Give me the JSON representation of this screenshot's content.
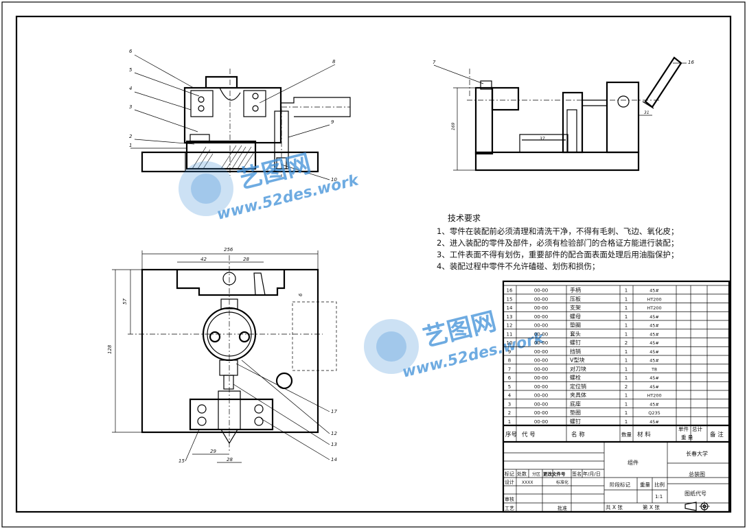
{
  "title_block": {
    "school": "长春大学",
    "drawing_name": "总装图",
    "drawing_no_label": "图纸代号",
    "material_group": "组件",
    "scale_label": "比例",
    "scale_value": "1:1",
    "weight_label": "重量",
    "stage_label": "阶段标记",
    "sheet_total": "共  X  张",
    "sheet_no": "第  X  张",
    "row_labels": [
      "标记",
      "处数",
      "分区",
      "更改文件号",
      "签名",
      "年/月/日"
    ],
    "design_label": "设计",
    "design_value": "XXXX",
    "standard_label": "标准化",
    "check_label": "审核",
    "process_label": "工艺",
    "approve_label": "批准"
  },
  "bom_header": {
    "no": "序号",
    "code": "代  号",
    "name": "名  称",
    "qty": "数量",
    "material": "材  料",
    "unit_weight": "单件",
    "total_weight": "总计",
    "weight": "重  量",
    "remark": "备  注"
  },
  "bom": [
    {
      "no": "16",
      "code": "00-00",
      "name": "手柄",
      "qty": "1",
      "material": "45#"
    },
    {
      "no": "15",
      "code": "00-00",
      "name": "压板",
      "qty": "1",
      "material": "HT200"
    },
    {
      "no": "14",
      "code": "00-00",
      "name": "支架",
      "qty": "1",
      "material": "HT200"
    },
    {
      "no": "13",
      "code": "00-00",
      "name": "螺母",
      "qty": "1",
      "material": "45#"
    },
    {
      "no": "12",
      "code": "00-00",
      "name": "垫圈",
      "qty": "1",
      "material": "45#"
    },
    {
      "no": "11",
      "code": "00-00",
      "name": "套头",
      "qty": "1",
      "material": "45#"
    },
    {
      "no": "10",
      "code": "00-00",
      "name": "螺钉",
      "qty": "2",
      "material": "45#"
    },
    {
      "no": "9",
      "code": "00-00",
      "name": "挡销",
      "qty": "1",
      "material": "45#"
    },
    {
      "no": "8",
      "code": "00-00",
      "name": "V型块",
      "qty": "1",
      "material": "45#"
    },
    {
      "no": "7",
      "code": "00-00",
      "name": "对刀块",
      "qty": "1",
      "material": "T8"
    },
    {
      "no": "6",
      "code": "00-00",
      "name": "螺栓",
      "qty": "1",
      "material": "45#"
    },
    {
      "no": "5",
      "code": "00-00",
      "name": "定位销",
      "qty": "2",
      "material": "45#"
    },
    {
      "no": "4",
      "code": "00-00",
      "name": "夹具体",
      "qty": "1",
      "material": "HT200"
    },
    {
      "no": "3",
      "code": "00-00",
      "name": "底座",
      "qty": "1",
      "material": "45#"
    },
    {
      "no": "2",
      "code": "00-00",
      "name": "垫圈",
      "qty": "1",
      "material": "Q235"
    },
    {
      "no": "1",
      "code": "00-00",
      "name": "螺钉",
      "qty": "1",
      "material": "45#"
    }
  ],
  "tech_requirements": {
    "title": "技术要求",
    "items": [
      "1、零件在装配前必须清理和清洗干净，不得有毛刺、飞边、氧化皮；",
      "2、进入装配的零件及部件，必须有检验部门的合格证方能进行装配；",
      "3、工件表面不得有划伤，重要部件的配合面表面处理后用油脂保护；",
      "4、装配过程中零件不允许磕碰、划伤和损伤；"
    ]
  },
  "dimensions": {
    "width_total": "256",
    "dim_42": "42",
    "dim_28_top": "28",
    "dim_57": "57",
    "dim_128": "128",
    "dim_6": "6",
    "dim_29": "29",
    "dim_28_bottom": "28",
    "dim_31": "31",
    "dim_169": "169",
    "dim_37": "37"
  },
  "callouts": {
    "front": [
      "6",
      "5",
      "4",
      "3",
      "2",
      "1",
      "8",
      "9",
      "10"
    ],
    "side": [
      "7",
      "16"
    ],
    "top": [
      "17",
      "12",
      "13",
      "14",
      "15"
    ]
  },
  "watermark": {
    "brand": "艺图网",
    "url": "www.52des.work"
  },
  "colors": {
    "watermark": "#3e8fd8",
    "line": "#000000"
  }
}
